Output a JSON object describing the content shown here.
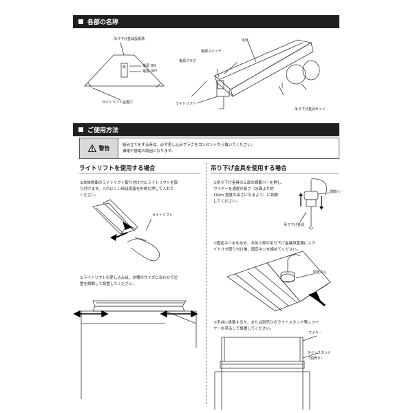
{
  "section1": {
    "title": "各部の名称",
    "labels": {
      "hanger_base": "吊り下げ金具設置溝",
      "power_on": "電源 ON",
      "power_off": "電源 OFF",
      "lift_hole": "ライトリフト設置穴",
      "main_body": "本体",
      "power_switch": "電源スイッチ",
      "power_plug": "電源プラグ",
      "light_lift": "ライトリフト",
      "hanger_set": "吊り下げ金具セット"
    }
  },
  "section2": {
    "title": "ご使用方法",
    "warning": {
      "label": "警告",
      "line1": "組み立てをする時は、必ず差し込みプラグをコンセントから抜いてください。",
      "line2": "漏電や感電の原因となります。"
    },
    "left": {
      "title": "ライトリフトを使用する場合",
      "step1": [
        "①本体側面のライトリフト取り付け穴にライトリフトを取",
        "り付けます。入れにくい時は両脇を外側に押して入れて",
        "ください。"
      ],
      "step1_label": "ライトリフト",
      "step2": [
        "②ライトリフトの差し込みは、水槽のサイズに合わせて位",
        "置を調節して設置してください。"
      ]
    },
    "right": {
      "title": "吊り下げ金具を使用する場合",
      "step1": [
        "①吊り下げ金具の上部の調節バーを押し、",
        "ワイヤーを適度の長さ（水面より約",
        "10cm 程度の高さになるよう）に調節",
        "してください。"
      ],
      "label_adjust_bar": "調節バー",
      "label_hanger": "吊り下げ金具",
      "step2": [
        "②固定ネジをゆるめ、本体上部の吊り下げ金具設置溝にスラ",
        "イドさせ取り付け後、固定ネジを締めてください。"
      ],
      "label_screw": "固定ねじ",
      "step3": [
        "③天井に設置するか、または別売りのライトスタンド等にワイ",
        "ヤーを吊るして設置してください。"
      ],
      "label_wire": "ワイヤー",
      "label_stand": "ライトスタンド",
      "label_stand_note": "（別売り）"
    }
  }
}
